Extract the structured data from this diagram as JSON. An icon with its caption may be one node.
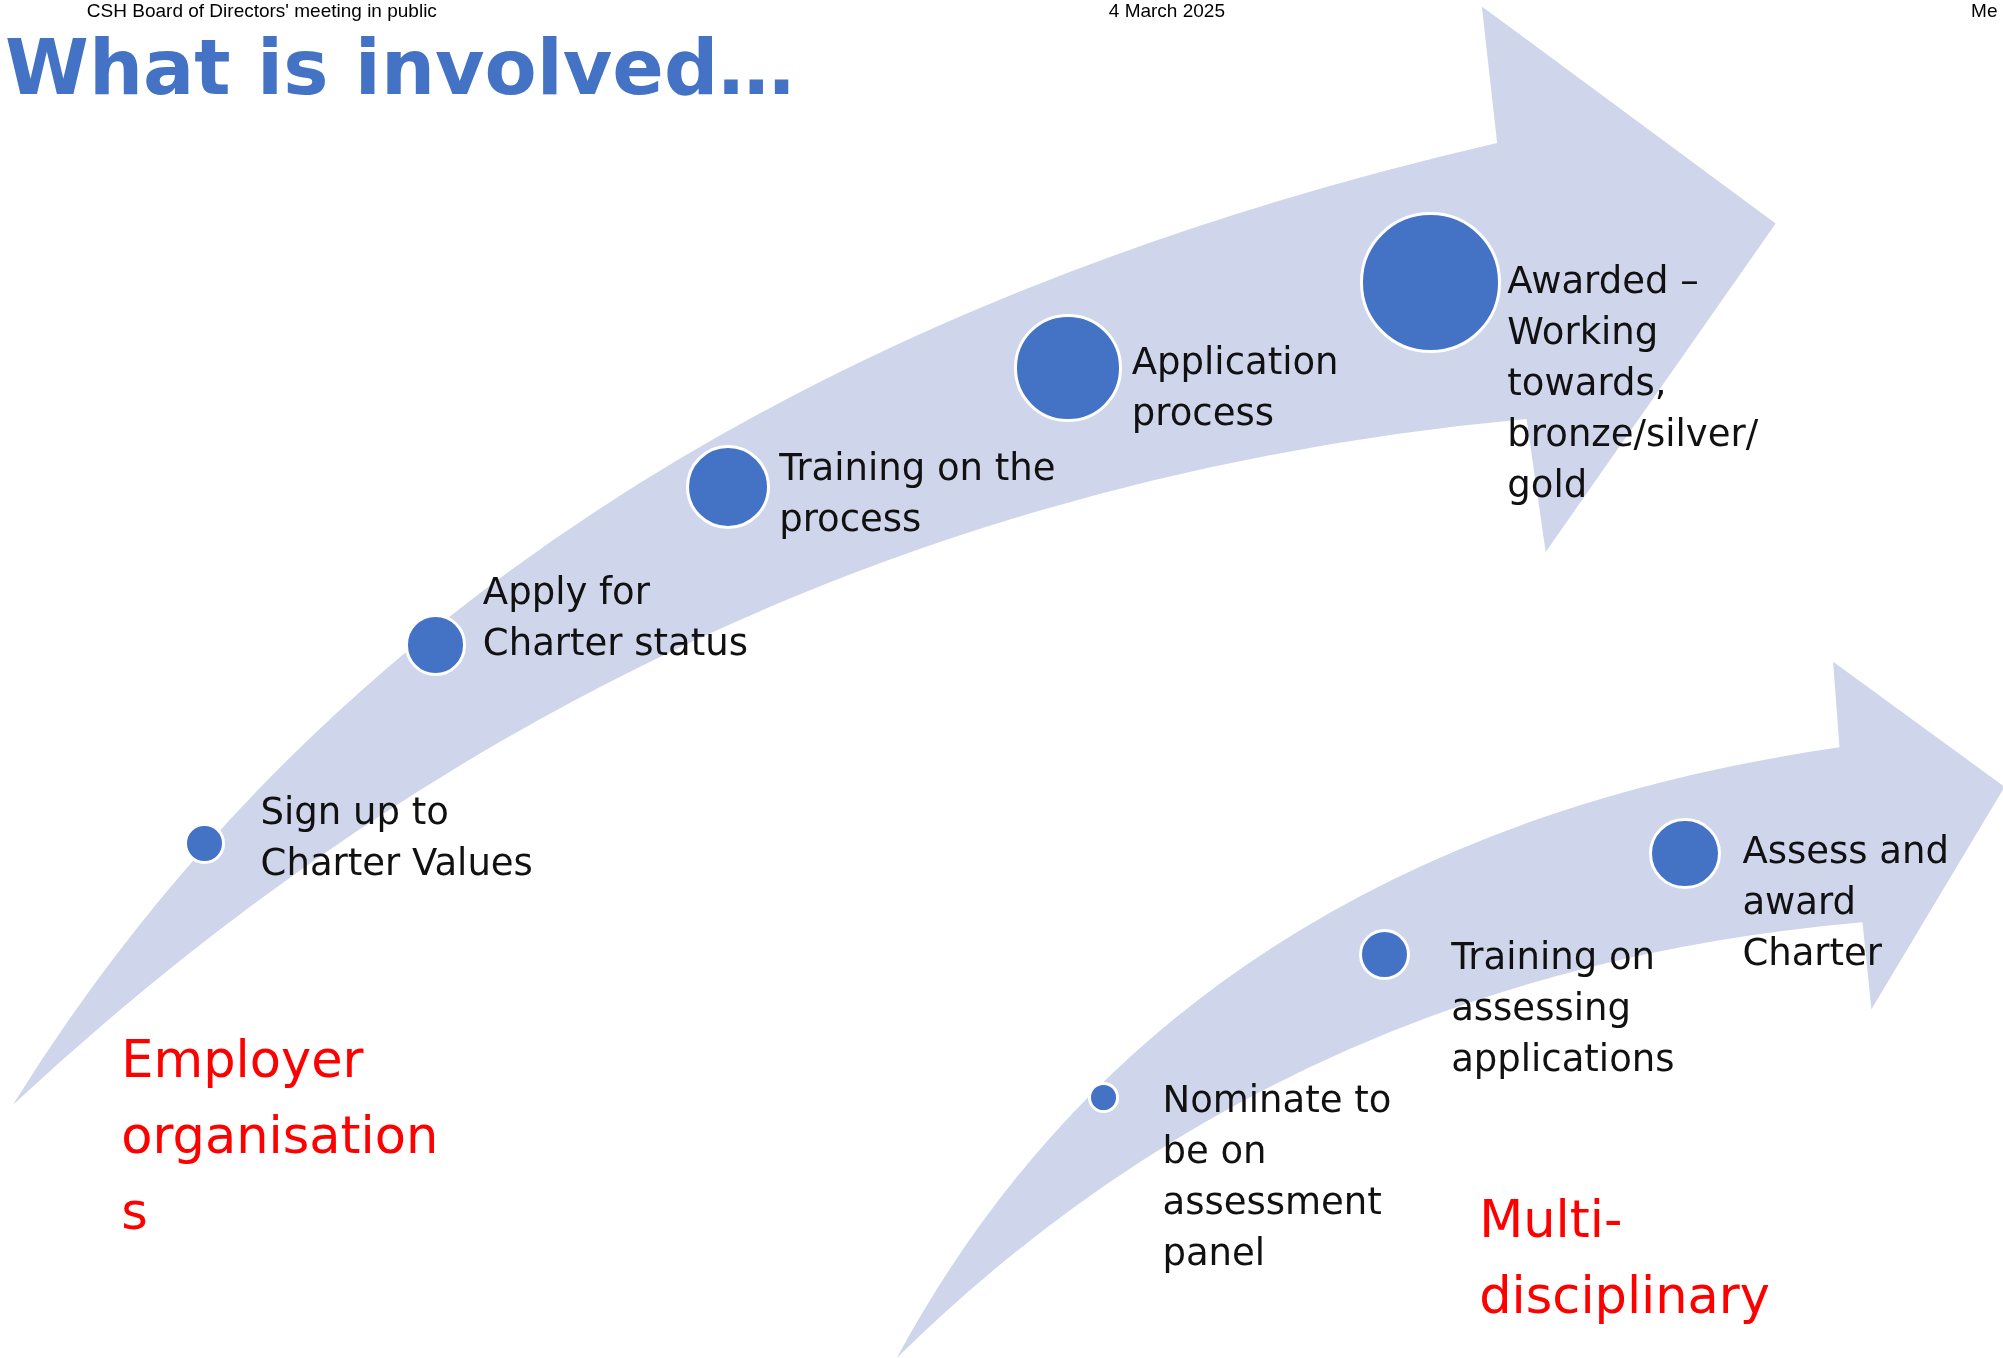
{
  "diagram": {
    "title": "What is involved…",
    "nodes": [
      {
        "text": [],
        "shape": "circle",
        "beside": [
          "Sign up to Charter Values"
        ]
      },
      {
        "text": [],
        "shape": "circle",
        "beside": [
          "Apply for Charter status"
        ]
      },
      {
        "text": [],
        "shape": "circle",
        "beside": [
          "Training on the process"
        ]
      },
      {
        "text": [],
        "shape": "circle",
        "beside": [
          "Application process"
        ]
      },
      {
        "text": [],
        "shape": "circle",
        "beside": [
          "Awarded – Working towards, bronze/silver/ gold"
        ]
      },
      {
        "text": [],
        "shape": "circle",
        "beside": [
          "Nominate to be on assessment panel"
        ]
      },
      {
        "text": [],
        "shape": "circle",
        "beside": [
          "Training on assessing applications"
        ]
      },
      {
        "text": [],
        "shape": "circle",
        "beside": [
          "Assess and award Charter"
        ]
      }
    ],
    "edges": [],
    "labels": [
      "CSH Board of Directors' meeting in public",
      "4 March 2025",
      "Me",
      "Employer organisation s",
      "Multi-disciplinary"
    ]
  }
}
